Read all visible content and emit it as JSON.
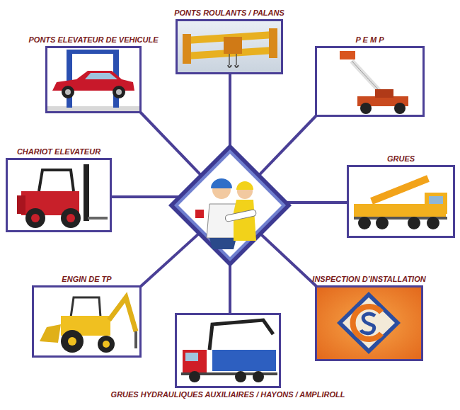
{
  "diagram": {
    "nodes": [
      {
        "text": [
          "PONTS ROULANTS / PALANS"
        ]
      },
      {
        "text": [
          "PONTS ELEVATEUR DE VEHICULE"
        ]
      },
      {
        "text": [
          "P E M P"
        ]
      },
      {
        "text": [
          "CHARIOT ELEVATEUR"
        ]
      },
      {
        "text": [
          "GRUES"
        ]
      },
      {
        "text": [
          "ENGIN DE TP"
        ]
      },
      {
        "text": [
          "INSPECTION D’INSTALLATION"
        ]
      },
      {
        "text": [
          "GRUES HYDRAULIQUES AUXILIAIRES / HAYONS / AMPLIROLL"
        ]
      }
    ]
  }
}
